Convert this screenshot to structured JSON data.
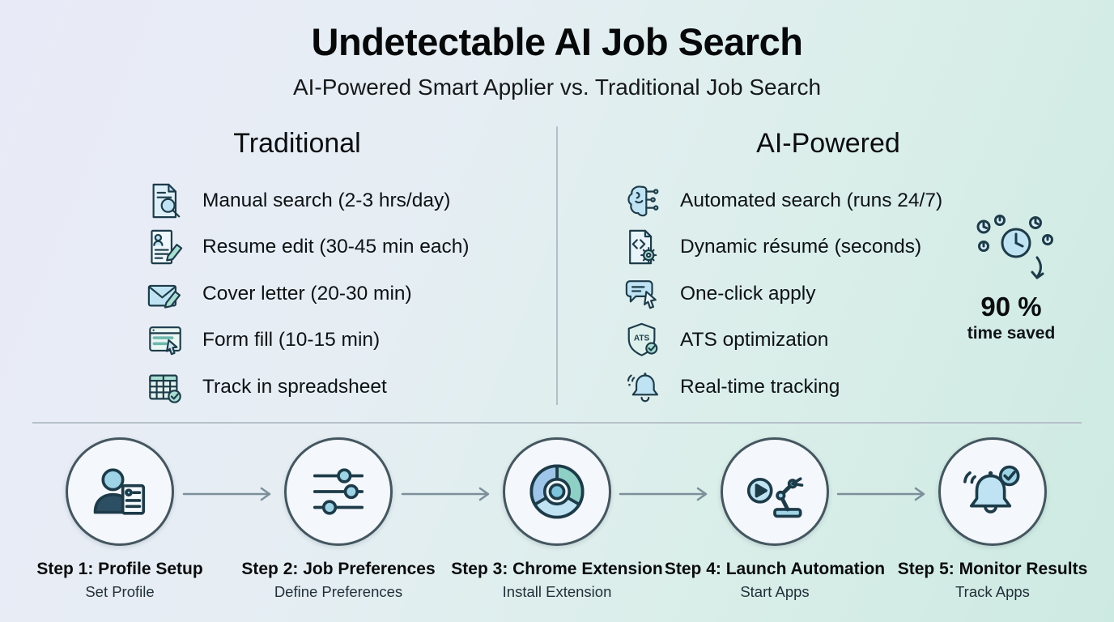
{
  "header": {
    "title": "Undetectable AI Job Search",
    "subtitle": "AI-Powered Smart Applier vs. Traditional Job Search"
  },
  "comparison": {
    "traditional": {
      "heading": "Traditional",
      "items": [
        {
          "icon": "document-search-icon",
          "label": "Manual search (2-3 hrs/day)"
        },
        {
          "icon": "resume-edit-icon",
          "label": "Resume edit (30-45 min each)"
        },
        {
          "icon": "cover-letter-icon",
          "label": "Cover letter (20-30 min)"
        },
        {
          "icon": "form-fill-icon",
          "label": "Form fill (10-15 min)"
        },
        {
          "icon": "spreadsheet-icon",
          "label": "Track in spreadsheet"
        }
      ]
    },
    "ai": {
      "heading": "AI-Powered",
      "items": [
        {
          "icon": "ai-brain-icon",
          "label": "Automated search (runs 24/7)"
        },
        {
          "icon": "dynamic-resume-icon",
          "label": "Dynamic résumé (seconds)"
        },
        {
          "icon": "one-click-apply-icon",
          "label": "One-click apply"
        },
        {
          "icon": "ats-shield-icon",
          "label": "ATS optimization"
        },
        {
          "icon": "realtime-bell-icon",
          "label": "Real-time tracking"
        }
      ]
    },
    "stat": {
      "icon": "time-saved-clocks-icon",
      "value": "90 %",
      "label": "time saved"
    }
  },
  "steps": [
    {
      "title": "Step 1: Profile Setup",
      "subtitle": "Set Profile",
      "icon": "profile-setup-icon"
    },
    {
      "title": "Step 2: Job Preferences",
      "subtitle": "Define Preferences",
      "icon": "job-preferences-icon"
    },
    {
      "title": "Step 3: Chrome Extension",
      "subtitle": "Install Extension",
      "icon": "chrome-icon"
    },
    {
      "title": "Step 4: Launch Automation",
      "subtitle": "Start Apps",
      "icon": "launch-automation-icon"
    },
    {
      "title": "Step 5: Monitor Results",
      "subtitle": "Track Apps",
      "icon": "monitor-results-icon"
    }
  ],
  "colors": {
    "stroke_dark": "#1d3b49",
    "icon_blue": "#bfe3f2",
    "icon_teal": "#a9ded2",
    "divider_gray": "#b3bfc7",
    "arrow_gray": "#7c8f9a"
  }
}
